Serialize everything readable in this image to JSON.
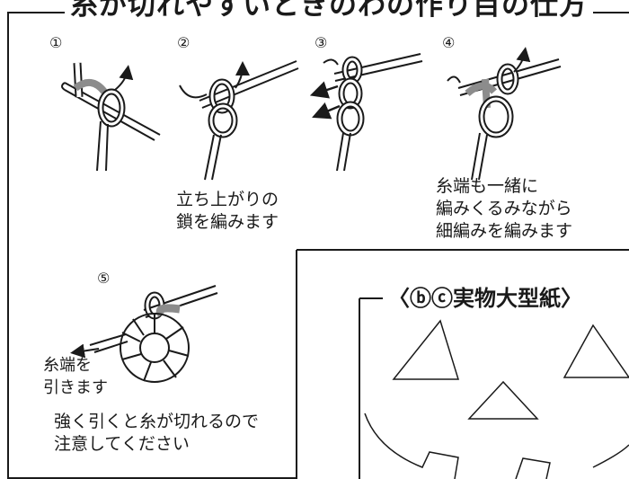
{
  "title": "糸が切れやすいときのわの作り目の仕方",
  "steps": [
    {
      "number": "①"
    },
    {
      "number": "②",
      "caption": "立ち上がりの\n鎖を編みます"
    },
    {
      "number": "③"
    },
    {
      "number": "④",
      "caption": "糸端も一緒に\n編みくるみながら\n細編みを編みます"
    },
    {
      "number": "⑤",
      "label": "糸端を\n引きます",
      "note": "強く引くと糸が切れるので\n注意してください"
    }
  ],
  "pattern": {
    "title": "〈ⓑⓒ実物大型紙〉"
  },
  "colors": {
    "line": "#1a1a1a",
    "yarn_highlight": "#8c8c8c",
    "background": "#ffffff"
  }
}
